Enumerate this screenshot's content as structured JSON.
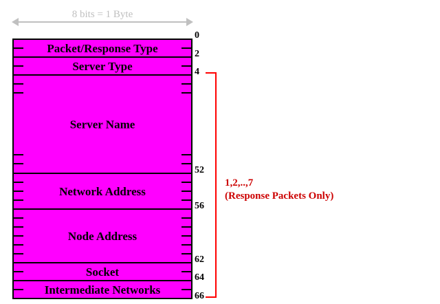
{
  "width_indicator": {
    "label": "8 bits = 1 Byte"
  },
  "colors": {
    "field_fill": "#ff00ff",
    "border": "#000000",
    "bracket": "#ff0000",
    "annotation_text": "#cc0000",
    "width_indicator": "#c0c0c0"
  },
  "fields": [
    {
      "label": "Packet/Response Type",
      "start": 0,
      "end": 2
    },
    {
      "label": "Server Type",
      "start": 2,
      "end": 4
    },
    {
      "label": "Server Name",
      "start": 4,
      "end": 52
    },
    {
      "label": "Network Address",
      "start": 52,
      "end": 56
    },
    {
      "label": "Node Address",
      "start": 56,
      "end": 62
    },
    {
      "label": "Socket",
      "start": 62,
      "end": 64
    },
    {
      "label": "Intermediate Networks",
      "start": 64,
      "end": 66
    }
  ],
  "offsets": [
    "0",
    "2",
    "4",
    "52",
    "56",
    "62",
    "64",
    "66"
  ],
  "repeat_bracket": {
    "from_offset": "4",
    "to_offset": "66",
    "line1": "1,2,..,7",
    "line2": "(Response Packets Only)"
  }
}
